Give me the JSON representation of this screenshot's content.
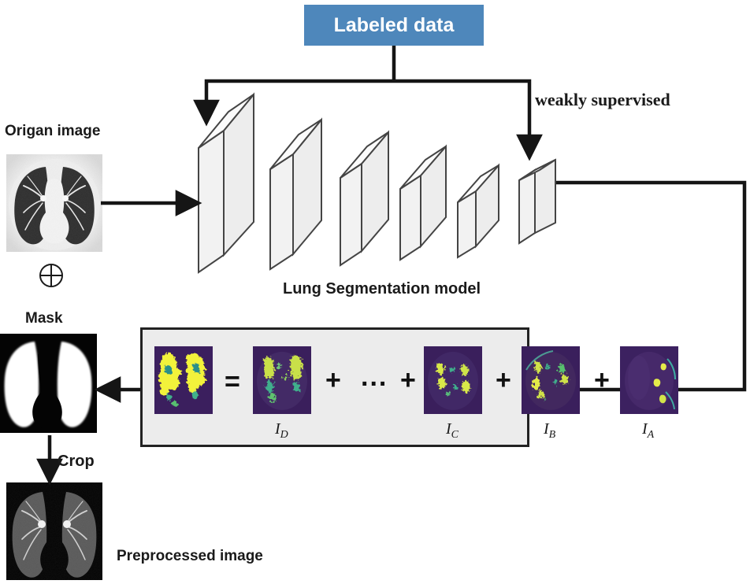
{
  "diagram": {
    "title_box": {
      "label": "Labeled data",
      "color": "#4e87bb"
    },
    "edge_labels": {
      "weakly_supervised": "weakly supervised",
      "crop": "Crop"
    },
    "model_label": "Lung Segmentation model",
    "inputs": {
      "origan_image_label": "Origan image",
      "plus_symbol": "⊕",
      "mask_label": "Mask",
      "preprocessed_label": "Preprocessed image"
    },
    "decomposition": {
      "panel_bg": "#ececec",
      "panel_border": "#222222",
      "equals": "=",
      "ellipsis": "...",
      "plus": "+",
      "maps": [
        {
          "name": "sum-map",
          "caption": "",
          "has_caption": false
        },
        {
          "name": "map-D",
          "caption": "I",
          "subscript": "D",
          "has_caption": true
        },
        {
          "name": "map-C",
          "caption": "I",
          "subscript": "C",
          "has_caption": true
        },
        {
          "name": "map-B",
          "caption": "I",
          "subscript": "B",
          "has_caption": true
        },
        {
          "name": "map-A",
          "caption": "I",
          "subscript": "A",
          "has_caption": true
        }
      ]
    },
    "network_blocks": [
      {
        "index": 1,
        "height": 168
      },
      {
        "index": 2,
        "height": 139
      },
      {
        "index": 3,
        "height": 125
      },
      {
        "index": 4,
        "height": 106
      },
      {
        "index": 5,
        "height": 85
      },
      {
        "index": 6,
        "height": 63
      }
    ],
    "colors": {
      "block_face": "#f2f2f2",
      "block_side": "#e6e6e6",
      "block_stroke": "#444444",
      "arrow": "#151515",
      "heatmap_bg": "#3b1f5e",
      "heatmap_hot": "#f2f23a",
      "heatmap_mid": "#30a48a"
    }
  }
}
